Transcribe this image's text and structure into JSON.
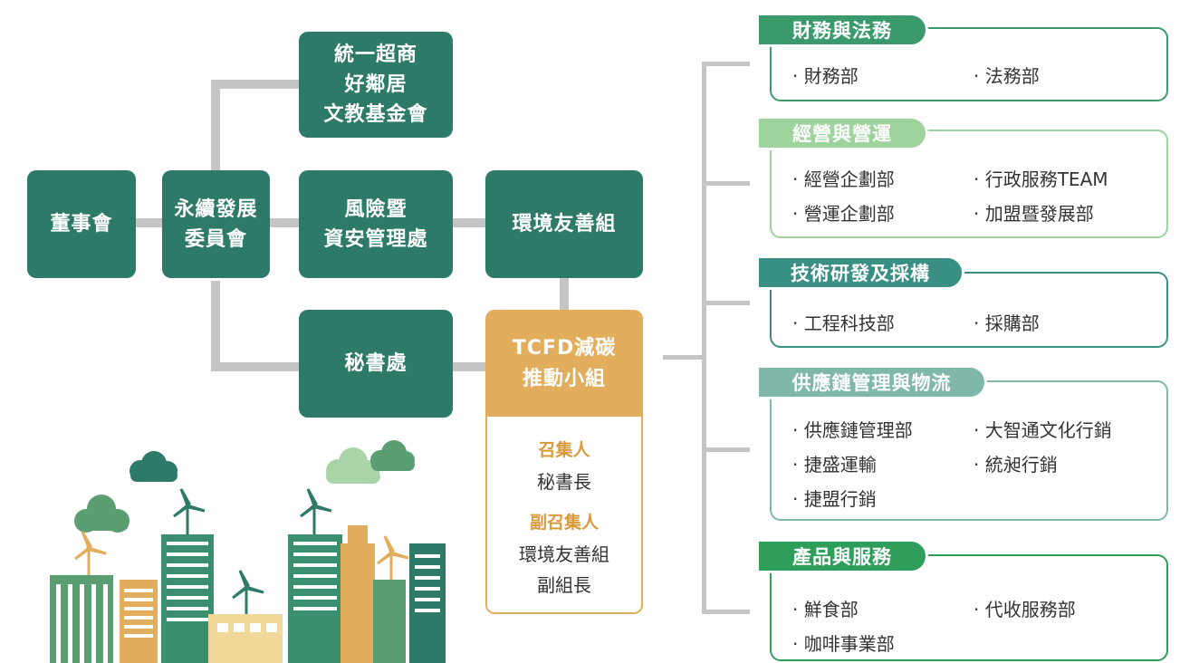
{
  "colors": {
    "node_green": "#2e7a68",
    "tcfd_gold": "#e2ad5c",
    "connector_gray": "#c5c5c5"
  },
  "nodes": {
    "board": "董事會",
    "committee": [
      "永續發展",
      "委員會"
    ],
    "foundation": [
      "統一超商",
      "好鄰居",
      "文教基金會"
    ],
    "risk": [
      "風險暨",
      "資安管理處"
    ],
    "env": "環境友善組",
    "secretariat": "秘書處"
  },
  "tcfd": {
    "title": [
      "TCFD減碳",
      "推動小組"
    ],
    "convener_label": "召集人",
    "convener": "秘書長",
    "deputy_label": "副召集人",
    "deputy": [
      "環境友善組",
      "副組長"
    ]
  },
  "groups": [
    {
      "title": "財務與法務",
      "color": "#3a9a6c",
      "items": [
        "‧ 財務部",
        "‧ 法務部"
      ]
    },
    {
      "title": "經營與營運",
      "color": "#9fd39c",
      "items": [
        "‧ 經營企劃部",
        "‧ 行政服務TEAM",
        "‧ 營運企劃部",
        "‧ 加盟暨發展部"
      ]
    },
    {
      "title": "技術研發及採構",
      "color": "#3a8f85",
      "items": [
        "‧ 工程科技部",
        "‧ 採購部"
      ]
    },
    {
      "title": "供應鏈管理與物流",
      "color": "#7fb8aa",
      "items": [
        "‧ 供應鏈管理部",
        "‧ 大智通文化行銷",
        "‧ 捷盛運輸",
        "‧ 統昶行銷",
        "‧ 捷盟行銷"
      ]
    },
    {
      "title": "產品與服務",
      "color": "#2f9e5a",
      "items": [
        "‧ 鮮食部",
        "‧ 代收服務部",
        "‧ 咖啡事業部"
      ]
    }
  ]
}
